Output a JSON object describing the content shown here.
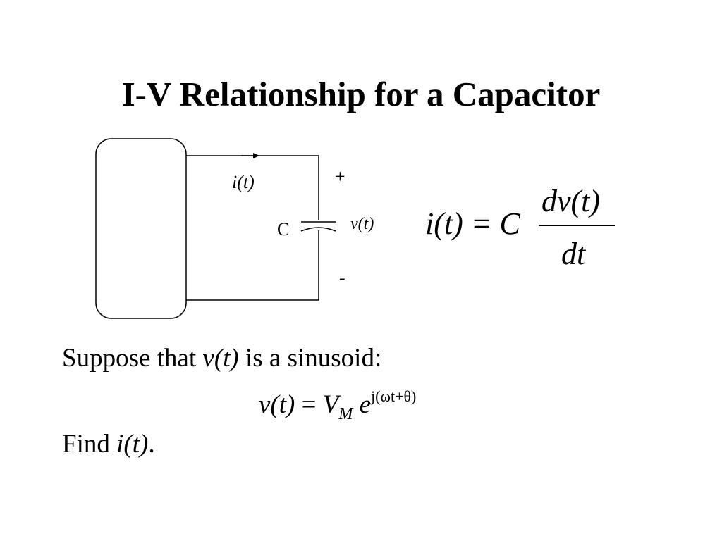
{
  "slide": {
    "title": "I-V Relationship for a Capacitor"
  },
  "circuit": {
    "current_label": "i(t)",
    "plus_sign": "+",
    "minus_sign": "-",
    "capacitor_label": "C",
    "voltage_label": "v(t)"
  },
  "equation": {
    "lhs": "i(t) = C",
    "numerator": "dv(t)",
    "denominator": "dt"
  },
  "body": {
    "line1_prefix": "Suppose that ",
    "line1_var": "v(t)",
    "line1_suffix": " is a sinusoid:",
    "line2_lhs": "v(t)",
    "line2_eq": " = ",
    "line2_V": "V",
    "line2_sub": "M",
    "line2_e": " e",
    "line2_exp": "j(ωt+θ)",
    "line3_prefix": "Find ",
    "line3_var": "i(t)",
    "line3_suffix": "."
  }
}
